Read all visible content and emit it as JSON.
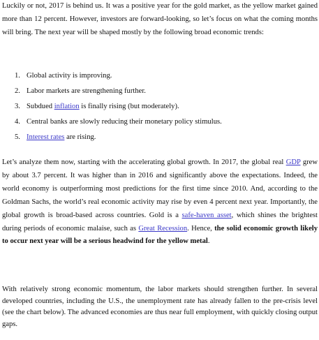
{
  "intro": {
    "text": "Luckily or not, 2017 is behind us. It was a positive year for the gold market, as the yellow market gained more than 12 percent. However, investors are forward-looking, so let’s focus on what the coming months will bring. The next year will be shaped mostly by the following broad economic trends:"
  },
  "trends": [
    {
      "number": "1.",
      "before": "Global activity is improving.",
      "link": "",
      "after": ""
    },
    {
      "number": "2.",
      "before": "Labor markets are strengthening further.",
      "link": "",
      "after": ""
    },
    {
      "number": "3.",
      "before": "Subdued ",
      "link": "inflation",
      "after": " is finally rising (but moderately)."
    },
    {
      "number": "4.",
      "before": "Central banks are slowly reducing their monetary policy stimulus.",
      "link": "",
      "after": ""
    },
    {
      "number": "5.",
      "before": "",
      "link": "Interest rates",
      "after": " are rising."
    }
  ],
  "growth": {
    "t1": "Let’s analyze them now, starting with the accelerating global growth. In 2017, the global real ",
    "link_gdp": "GDP",
    "t2": " grew by about 3.7 percent. It was higher than in 2016 and significantly above the expectations. Indeed, the world economy is outperforming most predictions for the first time since 2010. And, according to the Goldman Sachs, the world’s real economic activity may rise by even 4 percent next year. Importantly, the global growth is broad-based across countries. Gold is a ",
    "link_safe_haven": "safe-haven asset",
    "t3": ", which shines the brightest during periods of economic malaise, such as ",
    "link_recession": "Great Recession",
    "t4": ". Hence, ",
    "bold": "the solid economic growth likely to occur next year will be a serious headwind for the yellow metal",
    "t5": "."
  },
  "labor": {
    "text": "With relatively strong economic momentum, the labor markets should strengthen further. In several developed countries, including the U.S., the unemployment rate has already fallen to the pre-crisis level (see the chart below). The advanced economies are thus near full employment, with quickly closing output gaps."
  },
  "colors": {
    "link": "#3a37c8",
    "text": "#111111",
    "background": "#ffffff"
  }
}
